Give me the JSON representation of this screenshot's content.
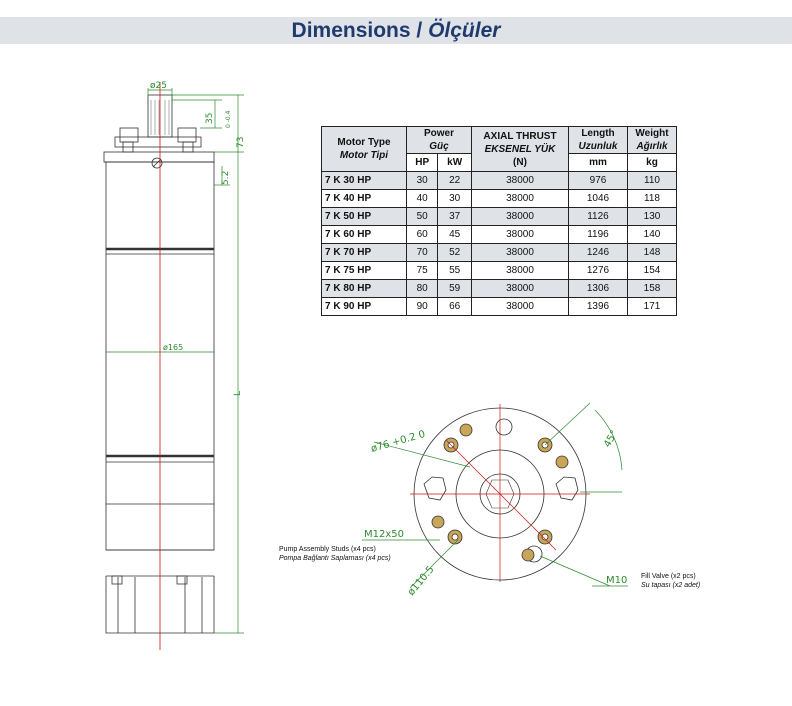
{
  "header": {
    "title_en": "Dimensions /",
    "title_tr": "Ölçüler"
  },
  "table": {
    "col_model": "Motor Type",
    "col_model_tr": "Motor Tipi",
    "col_power": "Power",
    "col_power_tr": "Güç",
    "col_thrust": "AXIAL THRUST",
    "col_thrust_tr": "EKSENEL YÜK",
    "col_thrust_unit": "(N)",
    "col_length": "Length",
    "col_length_tr": "Uzunluk",
    "col_length_unit": "mm",
    "col_weight": "Weight",
    "col_weight_tr": "Ağırlık",
    "col_weight_unit": "kg",
    "sub_hp": "HP",
    "sub_kw": "kW",
    "rows": [
      {
        "model": "7 K 30 HP",
        "hp": "30",
        "kw": "22",
        "thrust": "38000",
        "length": "976",
        "weight": "110"
      },
      {
        "model": "7 K 40 HP",
        "hp": "40",
        "kw": "30",
        "thrust": "38000",
        "length": "1046",
        "weight": "118"
      },
      {
        "model": "7 K 50 HP",
        "hp": "50",
        "kw": "37",
        "thrust": "38000",
        "length": "1126",
        "weight": "130"
      },
      {
        "model": "7 K 60 HP",
        "hp": "60",
        "kw": "45",
        "thrust": "38000",
        "length": "1196",
        "weight": "140"
      },
      {
        "model": "7 K 70 HP",
        "hp": "70",
        "kw": "52",
        "thrust": "38000",
        "length": "1246",
        "weight": "148"
      },
      {
        "model": "7 K 75 HP",
        "hp": "75",
        "kw": "55",
        "thrust": "38000",
        "length": "1276",
        "weight": "154"
      },
      {
        "model": "7 K 80 HP",
        "hp": "80",
        "kw": "59",
        "thrust": "38000",
        "length": "1306",
        "weight": "158"
      },
      {
        "model": "7 K 90 HP",
        "hp": "90",
        "kw": "66",
        "thrust": "38000",
        "length": "1396",
        "weight": "171"
      }
    ]
  },
  "side_view": {
    "dim_shaft": "ø25",
    "dim_35": "35",
    "dim_tol": "0\n-0.4",
    "dim_73": "73",
    "dim_52": "5.2",
    "dim_body": "ø165",
    "dim_L": "L"
  },
  "end_view": {
    "dim_76": "ø76 +0.2 0",
    "dim_angle": "45°",
    "dim_stud": "M12x50",
    "dim_pcd": "ø110.5",
    "dim_valve": "M10"
  },
  "notes": {
    "studs_en": "Pump Assembly Studs (x4 pcs)",
    "studs_tr": "Pompa Bağlantı Saplaması (x4 pcs)",
    "valve_en": "Fill Valve (x2 pcs)",
    "valve_tr": "Su tapası (x2 adet)"
  }
}
